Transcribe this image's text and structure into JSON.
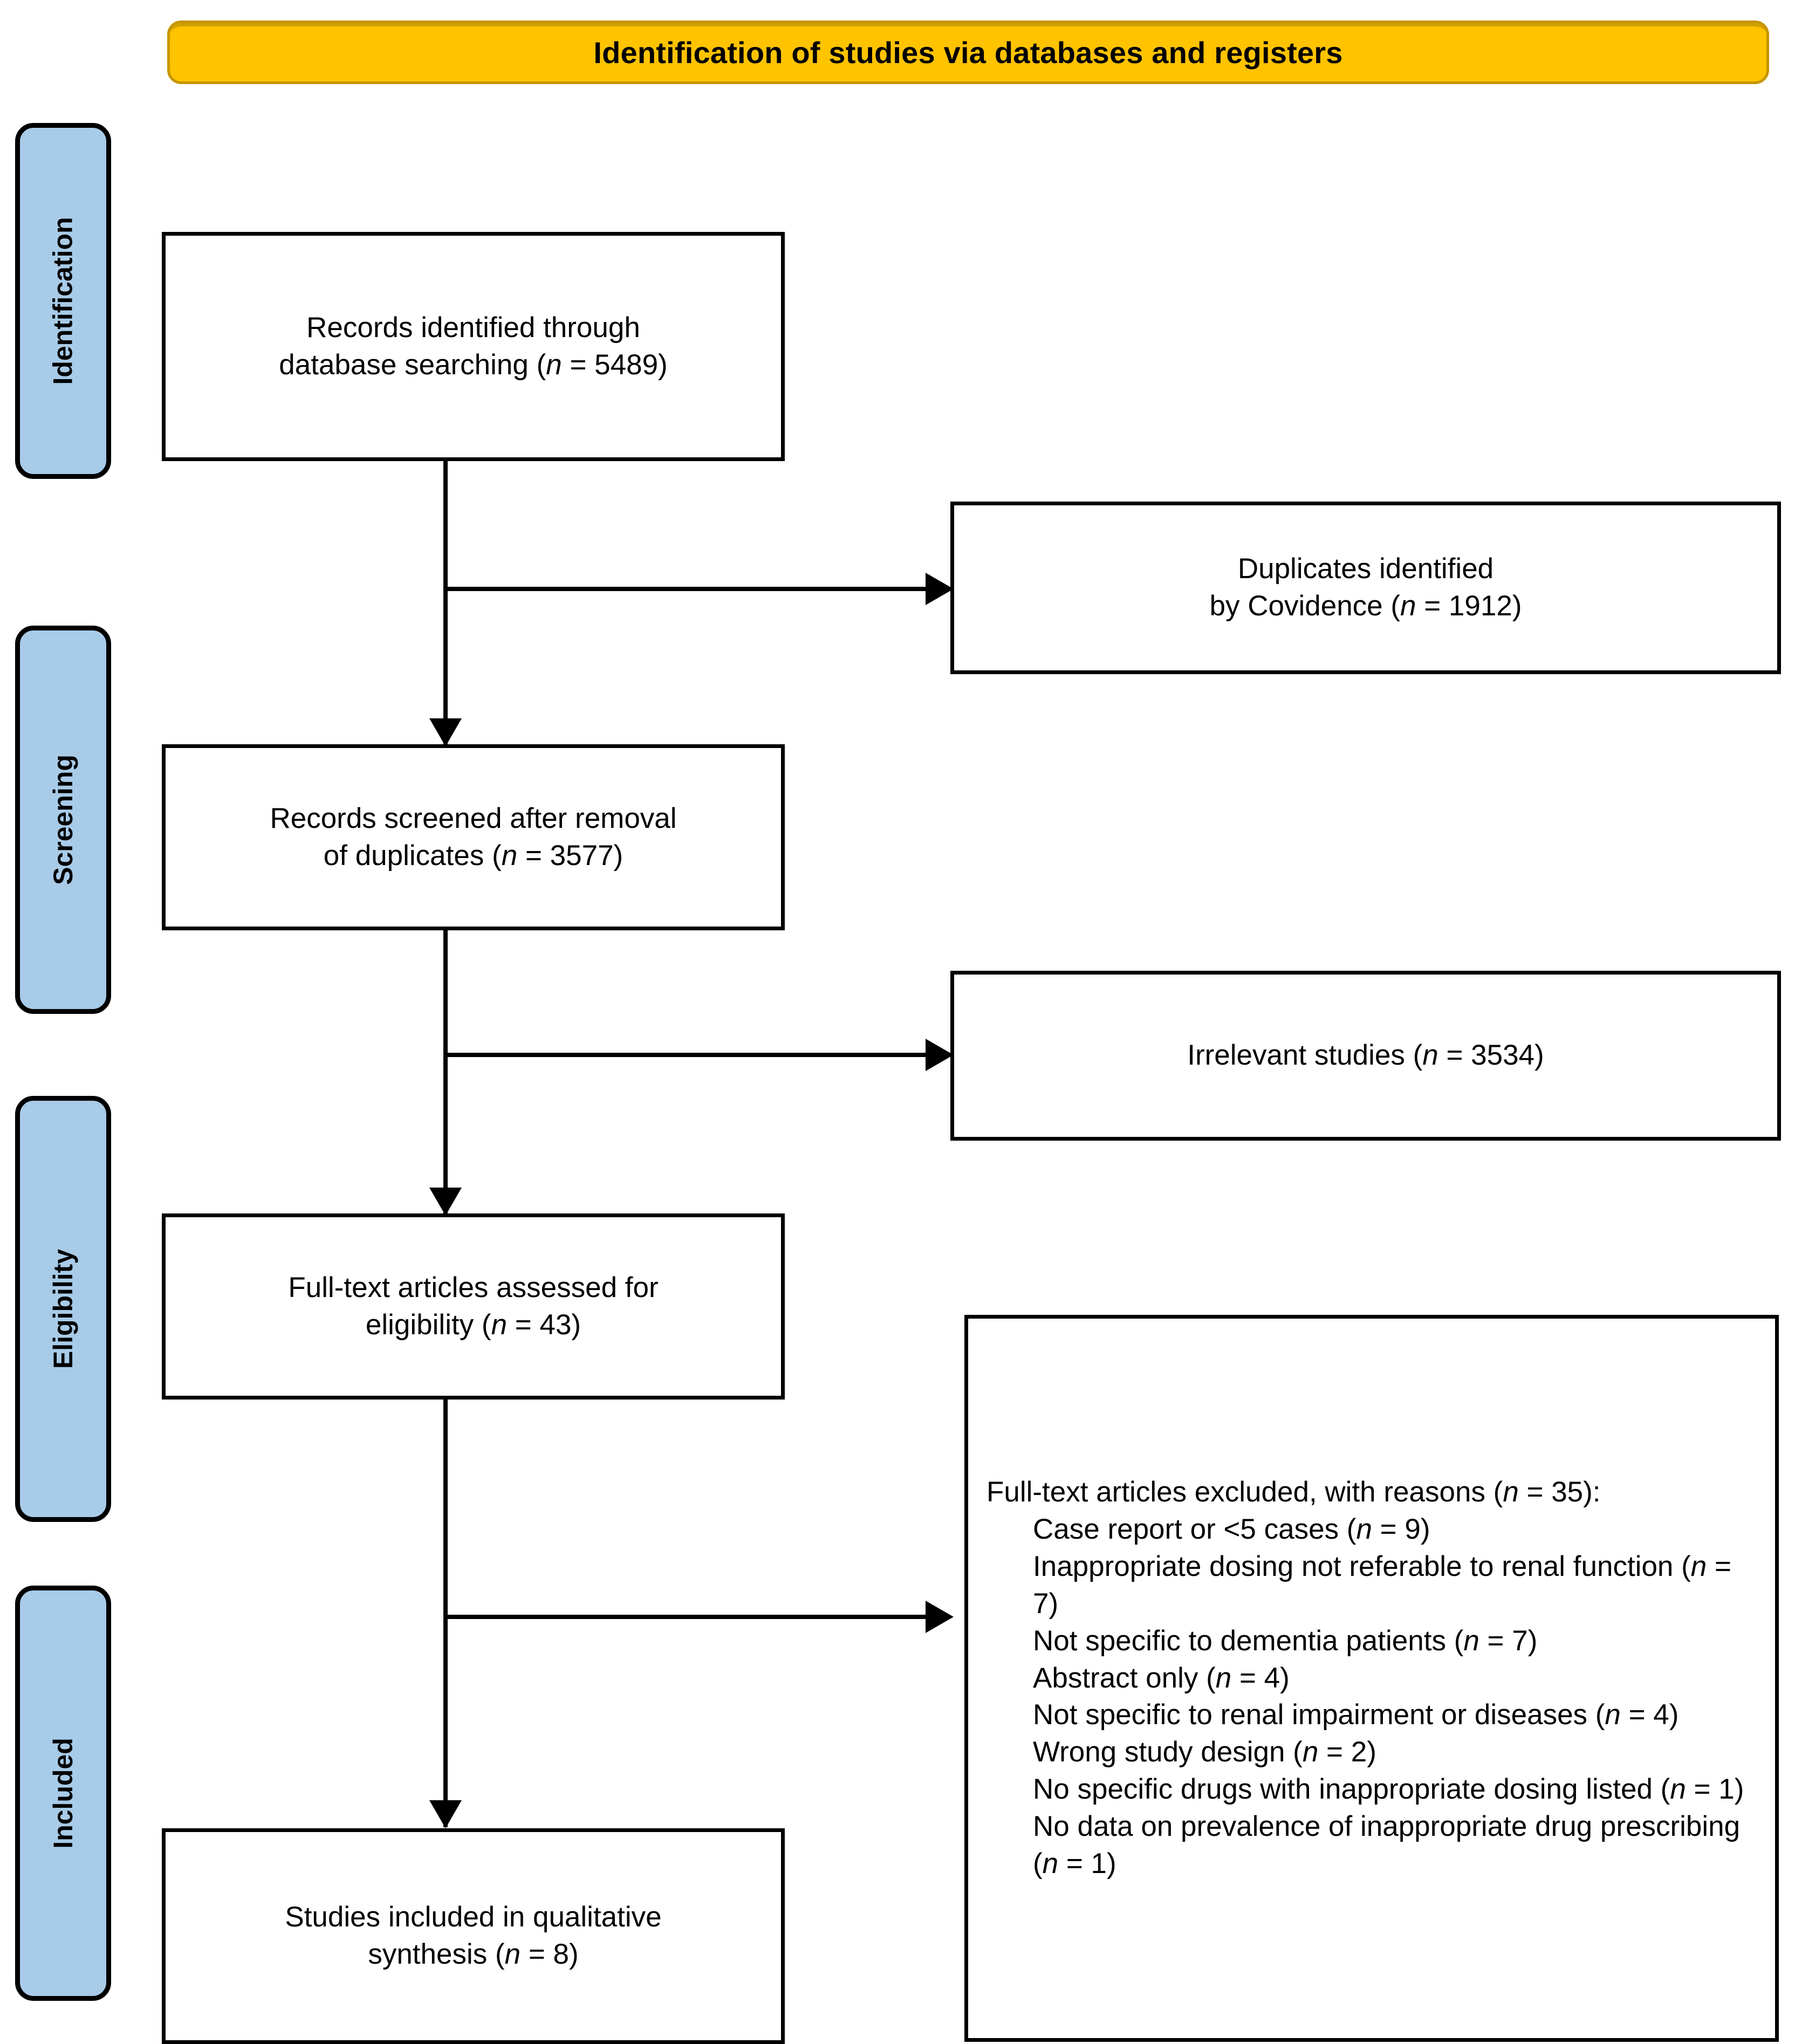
{
  "banner": {
    "title": "Identification of studies via databases and registers",
    "bg_color": "#FFC300",
    "text_color": "#000000"
  },
  "stage_tabs": {
    "bg_color": "#A8CBE8",
    "border_color": "#000000",
    "items": [
      {
        "label": "Identification"
      },
      {
        "label": "Screening"
      },
      {
        "label": "Eligibility"
      },
      {
        "label": "Included"
      }
    ]
  },
  "boxes": {
    "identified": {
      "line1": "Records identified through",
      "line2_pre": "database searching (",
      "line2_n": "n",
      "line2_post": " = 5489)"
    },
    "duplicates": {
      "line1": "Duplicates identified",
      "line2_pre": "by Covidence (",
      "line2_n": "n",
      "line2_post": " = 1912)"
    },
    "screened": {
      "line1": "Records screened after removal",
      "line2_pre": "of duplicates (",
      "line2_n": "n",
      "line2_post": " = 3577)"
    },
    "irrelevant": {
      "pre": "Irrelevant studies (",
      "n": "n",
      "post": " = 3534)"
    },
    "fulltext": {
      "line1": "Full-text articles assessed for",
      "line2_pre": "eligibility (",
      "line2_n": "n",
      "line2_post": " = 43)"
    },
    "excluded": {
      "header_pre": "Full-text articles excluded, with reasons (",
      "header_n": "n",
      "header_post": " = 35):",
      "reasons": [
        {
          "pre": "Case report or <5 cases (",
          "n": "n",
          "post": " = 9)"
        },
        {
          "pre": "Inappropriate dosing not referable to renal function (",
          "n": "n",
          "post": " = 7)"
        },
        {
          "pre": "Not specific to dementia patients (",
          "n": "n",
          "post": " = 7)"
        },
        {
          "pre": "Abstract only (",
          "n": "n",
          "post": " = 4)"
        },
        {
          "pre": "Not specific to renal impairment or diseases (",
          "n": "n",
          "post": " = 4)"
        },
        {
          "pre": "Wrong study design (",
          "n": "n",
          "post": " = 2)"
        },
        {
          "pre": "No specific drugs with inappropriate dosing listed (",
          "n": "n",
          "post": " = 1)"
        },
        {
          "pre": "No data on prevalence of inappropriate drug prescribing (",
          "n": "n",
          "post": " = 1)"
        }
      ]
    },
    "included": {
      "line1": "Studies included in qualitative",
      "line2_pre": "synthesis (",
      "line2_n": "n",
      "line2_post": " = 8)"
    }
  },
  "chart_data": {
    "type": "diagram",
    "title": "Identification of studies via databases and registers",
    "flow": [
      {
        "stage": "Identification",
        "node": "Records identified through database searching",
        "n": 5489
      },
      {
        "stage": "Identification",
        "node": "Duplicates identified by Covidence",
        "n": 1912,
        "excluded": true
      },
      {
        "stage": "Screening",
        "node": "Records screened after removal of duplicates",
        "n": 3577
      },
      {
        "stage": "Screening",
        "node": "Irrelevant studies",
        "n": 3534,
        "excluded": true
      },
      {
        "stage": "Eligibility",
        "node": "Full-text articles assessed for eligibility",
        "n": 43
      },
      {
        "stage": "Eligibility",
        "node": "Full-text articles excluded, with reasons",
        "n": 35,
        "excluded": true,
        "breakdown": [
          {
            "reason": "Case report or <5 cases",
            "n": 9
          },
          {
            "reason": "Inappropriate dosing not referable to renal function",
            "n": 7
          },
          {
            "reason": "Not specific to dementia patients",
            "n": 7
          },
          {
            "reason": "Abstract only",
            "n": 4
          },
          {
            "reason": "Not specific to renal impairment or diseases",
            "n": 4
          },
          {
            "reason": "Wrong study design",
            "n": 2
          },
          {
            "reason": "No specific drugs with inappropriate dosing listed",
            "n": 1
          },
          {
            "reason": "No data on prevalence of inappropriate drug prescribing",
            "n": 1
          }
        ]
      },
      {
        "stage": "Included",
        "node": "Studies included in qualitative synthesis",
        "n": 8
      }
    ]
  }
}
